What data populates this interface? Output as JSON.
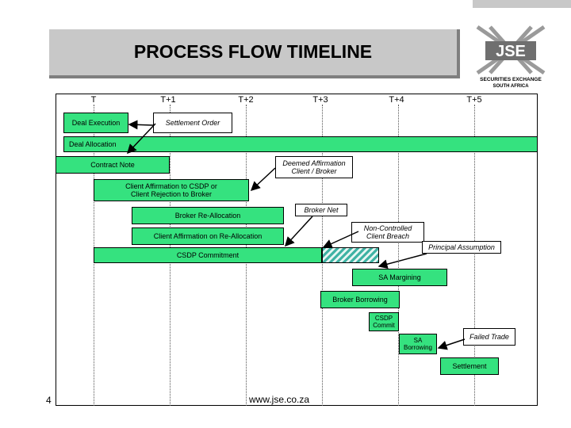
{
  "title": "PROCESS FLOW TIMELINE",
  "logo": {
    "text": "JSE",
    "line1": "SECURITIES EXCHANGE",
    "line2": "SOUTH AFRICA"
  },
  "timeline": {
    "headers": [
      "T",
      "T+1",
      "T+2",
      "T+3",
      "T+4",
      "T+5"
    ]
  },
  "steps": {
    "deal_execution": "Deal Execution",
    "settlement_order": "Settlement Order",
    "deal_allocation": "Deal Allocation",
    "contract_note": "Contract Note",
    "deemed_affirmation_1": "Deemed Affirmation",
    "deemed_affirmation_2": "Client / Broker",
    "client_affirmation_1": "Client Affirmation to CSDP or",
    "client_affirmation_2": "Client Rejection to Broker",
    "broker_reallocation": "Broker Re-Allocation",
    "broker_net": "Broker Net",
    "client_affirmation_realloc": "Client Affirmation on Re-Allocation",
    "non_controlled_1": "Non-Controlled",
    "non_controlled_2": "Client Breach",
    "principal_assumption": "Principal Assumption",
    "csdp_commitment": "CSDP Commitment",
    "sa_margining": "SA Margining",
    "broker_borrowing": "Broker Borrowing",
    "csdp_commit_1": "CSDP",
    "csdp_commit_2": "Commit",
    "sa_borrowing_1": "SA",
    "sa_borrowing_2": "Borrowing",
    "failed_trade": "Failed Trade",
    "settlement": "Settlement"
  },
  "footer": {
    "page_number": "4",
    "url": "www.jse.co.za"
  },
  "colors": {
    "step_fill": "#35e27f",
    "title_fill": "#c8c8c8",
    "hatch": "#3fb3a4"
  }
}
